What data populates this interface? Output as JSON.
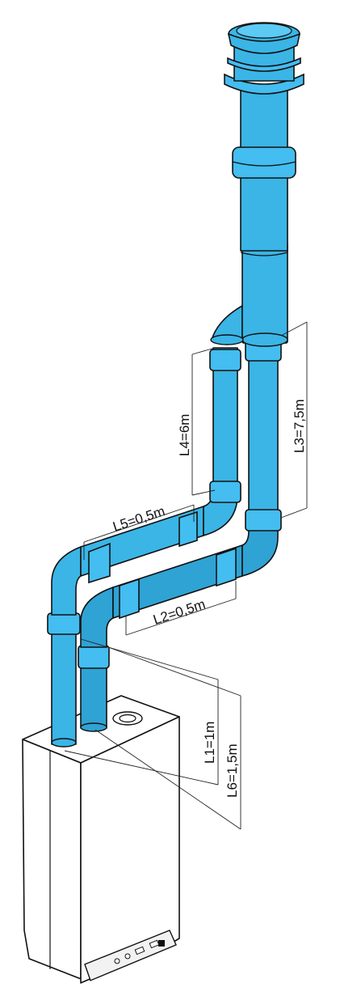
{
  "dimensions": {
    "L1": "L1=1m",
    "L2": "L2=0,5m",
    "L3": "L3=7,5m",
    "L4": "L4=6m",
    "L5": "L5=0,5m",
    "L6": "L6=1,5m"
  },
  "colors": {
    "pipe": "#3ab5e6",
    "outline": "#111111",
    "boiler": "#ffffff"
  }
}
